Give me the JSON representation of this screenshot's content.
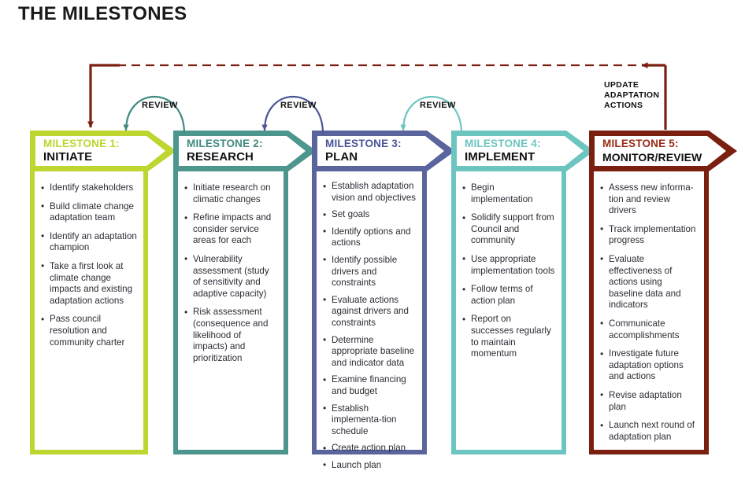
{
  "page": {
    "title": "THE MILESTONES"
  },
  "loop": {
    "update_label": "UPDATE\nADAPTATION\nACTIONS",
    "color": "#7b1f10",
    "review_label": "REVIEW"
  },
  "reviews": [
    {
      "label": "REVIEW",
      "color": "#3f8a81"
    },
    {
      "label": "REVIEW",
      "color": "#4a5596"
    },
    {
      "label": "REVIEW",
      "color": "#6dc5c0"
    }
  ],
  "milestones": [
    {
      "number": "MILESTONE 1:",
      "name": "INITIATE",
      "color": "#bed62f",
      "num_color": "#bed62f",
      "items": [
        "Identify stakeholders",
        "Build climate change adaptation team",
        "Identify an adaptation champion",
        "Take a first look at climate change impacts and existing adaptation actions",
        "Pass council resolution and community charter"
      ]
    },
    {
      "number": "MILESTONE 2:",
      "name": "RESEARCH",
      "color": "#4c968e",
      "num_color": "#3f8a81",
      "items": [
        "Initiate research on climatic changes",
        "Refine impacts and consider service areas for each",
        "Vulnerability assessment (study of sensitivity and adaptive capacity)",
        "Risk assessment (consequence and likelihood of impacts) and prioritization"
      ]
    },
    {
      "number": "MILESTONE 3:",
      "name": "PLAN",
      "color": "#5a659e",
      "num_color": "#4a5596",
      "items": [
        "Establish adaptation vision and objectives",
        "Set goals",
        "Identify options and actions",
        "Identify possible drivers and constraints",
        "Evaluate actions against drivers and constraints",
        "Determine appropriate baseline and indicator data",
        "Examine financing and budget",
        "Establish implementa-tion schedule",
        "Create action plan",
        "Launch plan"
      ]
    },
    {
      "number": "MILESTONE 4:",
      "name": "IMPLEMENT",
      "color": "#6dc5c0",
      "num_color": "#6dc5c0",
      "items": [
        "Begin implementation",
        "Solidify support from Council and community",
        "Use appropriate implementation tools",
        "Follow terms of action plan",
        "Report on successes regularly to maintain momentum"
      ]
    },
    {
      "number": "MILESTONE 5:",
      "name": "MONITOR/REVIEW",
      "color": "#7b1f10",
      "num_color": "#9b2a16",
      "items": [
        "Assess new informa-tion and review drivers",
        "Track implementation progress",
        "Evaluate effectiveness of actions using baseline data and indicators",
        "Communicate accomplishments",
        "Investigate future adaptation options and actions",
        "Revise adaptation plan",
        "Launch next round of adaptation plan"
      ]
    }
  ]
}
